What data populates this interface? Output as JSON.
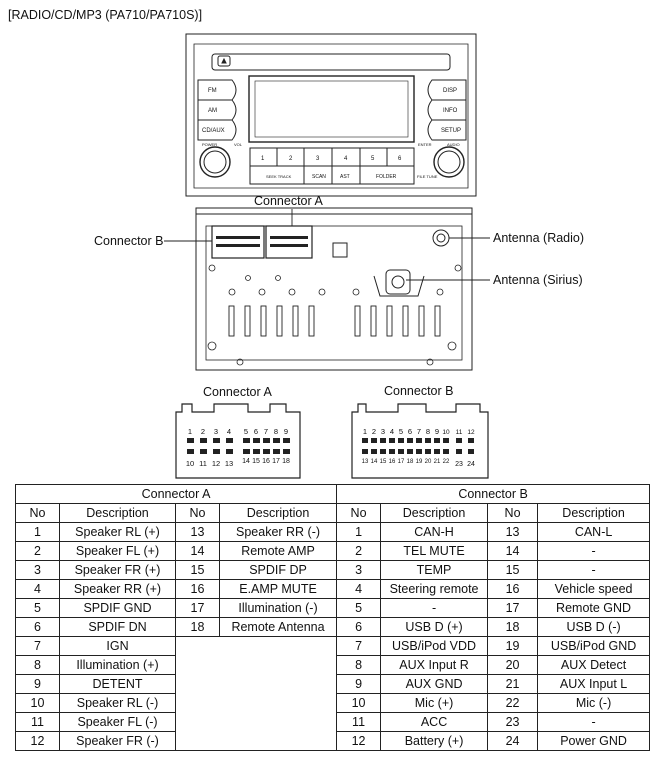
{
  "title": "[RADIO/CD/MP3 (PA710/PA710S)]",
  "front_panel": {
    "left_buttons": [
      "FM",
      "AM",
      "CD/AUX"
    ],
    "right_buttons": [
      "DISP",
      "INFO",
      "SETUP"
    ],
    "knob_left_labels": [
      "POWER",
      "VOL"
    ],
    "knob_right_labels": [
      "ENTER",
      "AUDIO"
    ],
    "presets": [
      "1",
      "2",
      "3",
      "4",
      "5",
      "6"
    ],
    "seek_label": "SEEK TRACK",
    "scan_label": "SCAN",
    "ast_label": "AST",
    "folder_label": "FOLDER",
    "file_tune_label": "FILE TUNE"
  },
  "callouts": {
    "connector_a": "Connector A",
    "connector_b": "Connector B",
    "antenna_radio": "Antenna (Radio)",
    "antenna_sirius": "Antenna (Sirius)"
  },
  "pin_diagrams": {
    "a_title": "Connector A",
    "b_title": "Connector B",
    "a_top": [
      "1",
      "2",
      "3",
      "4",
      "5",
      "6",
      "7",
      "8",
      "9"
    ],
    "a_bottom": [
      "10",
      "11",
      "12",
      "13",
      "14",
      "15",
      "16",
      "17",
      "18"
    ],
    "b_top": [
      "1",
      "2",
      "3",
      "4",
      "5",
      "6",
      "7",
      "8",
      "9",
      "10",
      "11",
      "12"
    ],
    "b_bottom": [
      "13",
      "14",
      "15",
      "16",
      "17",
      "18",
      "19",
      "20",
      "21",
      "22",
      "23",
      "24"
    ]
  },
  "table": {
    "group_a": "Connector A",
    "group_b": "Connector B",
    "col_no": "No",
    "col_desc": "Description",
    "rows": [
      {
        "a1": "1",
        "d1": "Speaker RL (+)",
        "a2": "13",
        "d2": "Speaker RR (-)",
        "b1": "1",
        "e1": "CAN-H",
        "b2": "13",
        "e2": "CAN-L"
      },
      {
        "a1": "2",
        "d1": "Speaker FL (+)",
        "a2": "14",
        "d2": "Remote AMP",
        "b1": "2",
        "e1": "TEL MUTE",
        "b2": "14",
        "e2": "-"
      },
      {
        "a1": "3",
        "d1": "Speaker FR (+)",
        "a2": "15",
        "d2": "SPDIF DP",
        "b1": "3",
        "e1": "TEMP",
        "b2": "15",
        "e2": "-"
      },
      {
        "a1": "4",
        "d1": "Speaker RR (+)",
        "a2": "16",
        "d2": "E.AMP MUTE",
        "b1": "4",
        "e1": "Steering remote",
        "b2": "16",
        "e2": "Vehicle speed"
      },
      {
        "a1": "5",
        "d1": "SPDIF GND",
        "a2": "17",
        "d2": "Illumination (-)",
        "b1": "5",
        "e1": "-",
        "b2": "17",
        "e2": "Remote GND"
      },
      {
        "a1": "6",
        "d1": "SPDIF DN",
        "a2": "18",
        "d2": "Remote Antenna",
        "b1": "6",
        "e1": "USB D (+)",
        "b2": "18",
        "e2": "USB D (-)"
      },
      {
        "a1": "7",
        "d1": "IGN",
        "b1": "7",
        "e1": "USB/iPod VDD",
        "b2": "19",
        "e2": "USB/iPod GND"
      },
      {
        "a1": "8",
        "d1": "Illumination (+)",
        "b1": "8",
        "e1": "AUX Input R",
        "b2": "20",
        "e2": "AUX Detect"
      },
      {
        "a1": "9",
        "d1": "DETENT",
        "b1": "9",
        "e1": "AUX GND",
        "b2": "21",
        "e2": "AUX Input L"
      },
      {
        "a1": "10",
        "d1": "Speaker RL (-)",
        "b1": "10",
        "e1": "Mic (+)",
        "b2": "22",
        "e2": "Mic (-)"
      },
      {
        "a1": "11",
        "d1": "Speaker FL (-)",
        "b1": "11",
        "e1": "ACC",
        "b2": "23",
        "e2": "-"
      },
      {
        "a1": "12",
        "d1": "Speaker FR (-)",
        "b1": "12",
        "e1": "Battery (+)",
        "b2": "24",
        "e2": "Power GND"
      }
    ]
  }
}
